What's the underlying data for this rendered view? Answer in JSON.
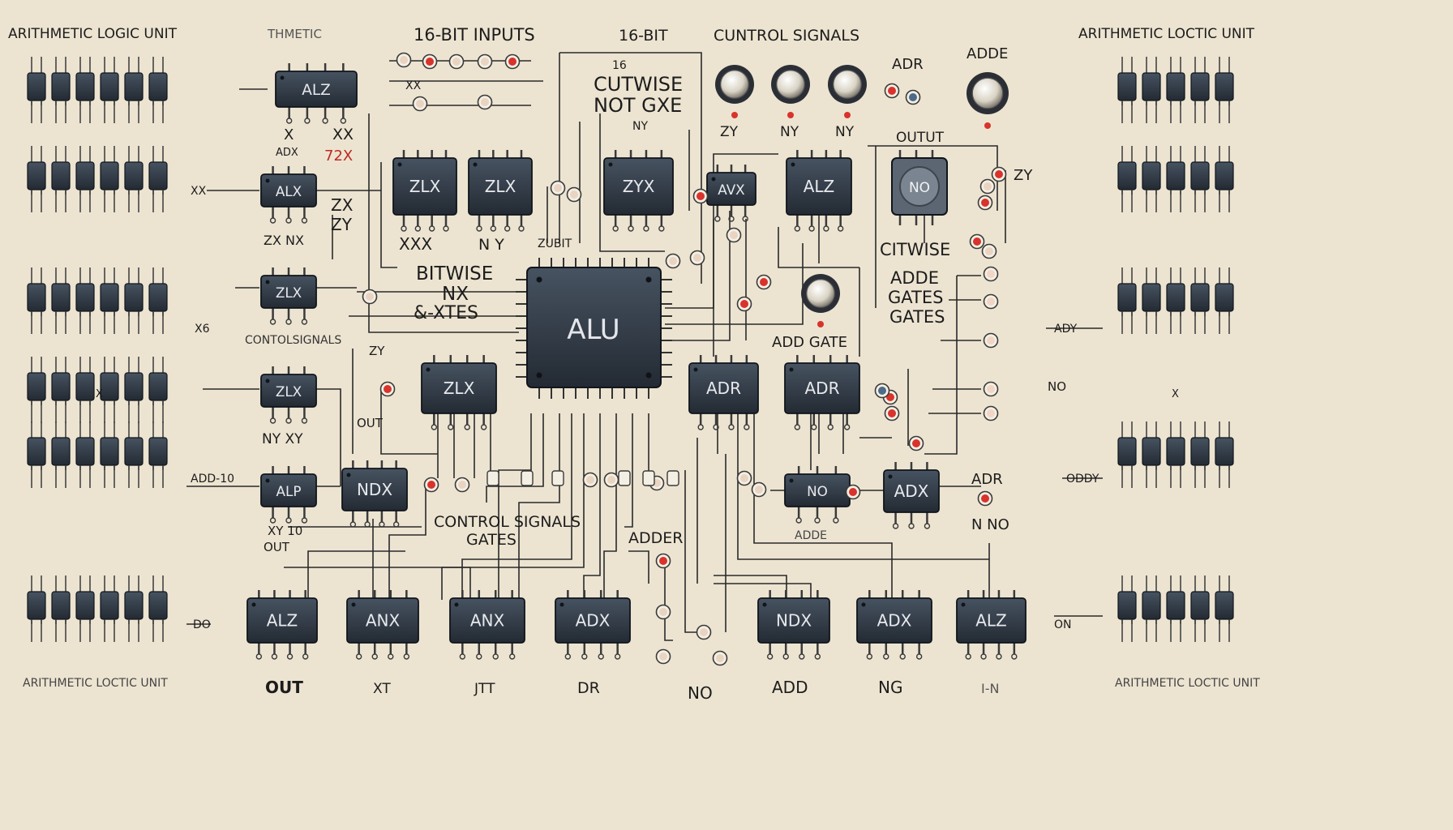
{
  "labels": {
    "title_left": "ARITHMETIC LOGIC UNIT",
    "title_left2": "THMETIC",
    "title_inputs": "16-BIT INPUTS",
    "title_16bit": "16-BIT",
    "title_control": "CUNTROL SIGNALS",
    "title_right": "ARITHMETIC LOCTIC UNIT",
    "bottom_left": "ARITHMETIC LOCTIC UNIT",
    "bottom_right": "ARITHMETIC LOCTIC UNIT",
    "cutwise": "CUTWISE",
    "not_gxe": "NOT GXE",
    "bitwise": "BITWISE",
    "nx": "NX",
    "n_xtes": "&-XTES",
    "citwise": "CITWISE",
    "adde_gates": "ADDE",
    "gates1": "GATES",
    "gates2": "GATES",
    "add_gate": "ADD GATE",
    "control_signals_gates": "CONTROL SIGNALS",
    "gates3": "GATES",
    "adder": "ADDER",
    "output": "OUTUT",
    "adr_top": "ADR",
    "adde_top": "ADDE",
    "adr_right": "ADR",
    "n_no": "N NO",
    "adde_small": "ADDE",
    "contolsignals": "CONTOLSIGNALS",
    "out_b1": "OUT",
    "out_b2": "XT",
    "out_b3": "JTT",
    "out_b4": "DR",
    "out_b5": "NO",
    "out_b6": "ADD",
    "out_b7": "NG",
    "out_b8": "I-N",
    "x_lbl": "X",
    "xx_lbl": "XX",
    "adx_lbl": "ADX",
    "zx_red": "72X",
    "zx_zy1": "ZX",
    "zx_zy2": "ZY",
    "zx_nx": "ZX NX",
    "xxx": "XXX",
    "ny_y": "N Y",
    "zubit": "ZUBIT",
    "ny_xy": "NY XY",
    "out_mid": "OUT",
    "zy_no": "ZY",
    "zy_right": "ZY",
    "ny1": "NY",
    "ny2": "NY",
    "zy_top": "ZY",
    "no_right": "NO",
    "idot_adx": "ADY",
    "oddy": "ODDY",
    "add10": "ADD-10",
    "xx_side": "XX",
    "x6": "X6",
    "x_side": "X",
    "x_side2": "X",
    "on_side": "ON",
    "do_side": "DO",
    "xx_top": "XX",
    "ny_top": "NY",
    "x_y_top": "NY",
    "xy_10": "XY 10",
    "out_left": "OUT",
    "sixteen": "16"
  },
  "chips": {
    "alu_main": "ALU",
    "t1": "ALZ",
    "l1": "ALX",
    "l2": "ZLX",
    "l3": "ZLX",
    "l4": "ALP",
    "c1": "ZLX",
    "c2": "ZLX",
    "c3": "ZYX",
    "c4": "AVX",
    "c5": "ALZ",
    "m1": "ZLX",
    "m2": "NDX",
    "r1": "ADR",
    "r2": "ADR",
    "r3": "NO",
    "r4": "ADX",
    "no_block": "NO",
    "b1": "ALZ",
    "b2": "ANX",
    "b3": "ANX",
    "b4": "ADX",
    "b5": "NDX",
    "b6": "ADX",
    "b7": "ALZ"
  },
  "colors": {
    "background": "#ece4d1",
    "chip": "#2d3540",
    "wire": "#2a2a2a",
    "led_red": "#d8332c"
  }
}
